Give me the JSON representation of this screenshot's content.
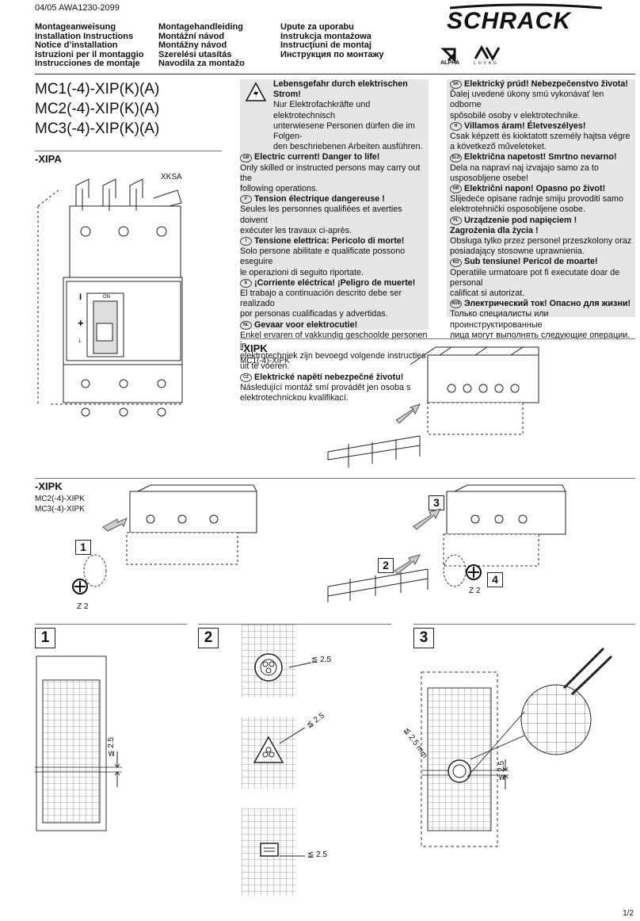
{
  "header": {
    "doc_code": "04/05 AWA1230-2099",
    "brand": "SCHRACK",
    "cert_logos": [
      "ALPHA",
      "LOVAG"
    ],
    "titles_col1": [
      "Montageanweisung",
      "Installation Instructions",
      "Notice d’installation",
      "Istruzioni per il montaggio",
      "Instrucciones de montaje"
    ],
    "titles_col2": [
      "Montagehandleiding",
      "Montážní návod",
      "Montážny návod",
      "Szerelési utasítás",
      "Navodila za montažo"
    ],
    "titles_col3": [
      "Upute za uporabu",
      "Instrukcja montażowa",
      "Instrucţiuni de montaj",
      "Инструкция по монтажу"
    ]
  },
  "models": [
    "MC1(-4)-XIP(K)(A)",
    "MC2(-4)-XIP(K)(A)",
    "MC3(-4)-XIP(K)(A)"
  ],
  "warnings_left": [
    {
      "tag": "D",
      "head": "Lebensgefahr durch elektrischen Strom!",
      "lines": [
        "Nur Elektrofachkräfte und elektrotechnisch",
        "unterwiesene Personen dürfen die im Folgen-",
        "den beschriebenen Arbeiten ausführen."
      ]
    },
    {
      "tag": "GB",
      "head": "Electric current! Danger to life!",
      "lines": [
        "Only skilled or instructed persons may carry out the",
        "following operations."
      ]
    },
    {
      "tag": "F",
      "head": "Tension électrique dangereuse !",
      "lines": [
        "Seules les personnes qualifiées et averties doivent",
        "exécuter les travaux ci-après."
      ]
    },
    {
      "tag": "I",
      "head": "Tensione elettrica: Pericolo di morte!",
      "lines": [
        "Solo persone abilitate e qualificate possono eseguire",
        "le operazioni di seguito riportate."
      ]
    },
    {
      "tag": "E",
      "head": "¡Corriente eléctrica! ¡Peligro de muerte!",
      "lines": [
        "El trabajo a continuación descrito debe ser realizado",
        "por personas cualificadas y advertidas."
      ]
    },
    {
      "tag": "NL",
      "head": "Gevaar voor elektrocutie!",
      "lines": [
        "Enkel ervaren of vakkundig geschoolde personen in",
        "elektrotechniek zijn bevoegd volgende instructies",
        "uit te voeren."
      ]
    },
    {
      "tag": "CZ",
      "head": "Elektrické napětí nebezpečné životu!",
      "lines": [
        "Následující montáž smí provádět jen osoba s",
        "elektrotechnickou kvalifikací."
      ]
    }
  ],
  "warnings_right": [
    {
      "tag": "SK",
      "head": "Elektrický prúd! Nebezpečenstvo života!",
      "lines": [
        "Ďalej uvedené úkony smú vykonávať len odborne",
        "spôsobilé osoby v elektrotechnike."
      ]
    },
    {
      "tag": "H",
      "head": "Villamos áram! Életveszélyes!",
      "lines": [
        "Csak képzett és kioktatott személy hajtsa végre",
        "a következő műveleteket."
      ]
    },
    {
      "tag": "SLO",
      "head": "Električna napetost! Smrtno nevarno!",
      "lines": [
        "Dela na napravi naj izvajajo samo za to",
        "usposobljene osebe!"
      ]
    },
    {
      "tag": "HR",
      "head": "Električni napon! Opasno po život!",
      "lines": [
        "Slijedeće opisane radnje smiju provoditi samo",
        "elektrotehnički osposobljene osobe."
      ]
    },
    {
      "tag": "PL",
      "head": "Urządzenie pod napięciem !",
      "head2": "Zagrożenia dla życia !",
      "lines": [
        "Obsługa tylko przez personel przeszkolony oraz",
        "posiadający stosowne uprawnienia."
      ]
    },
    {
      "tag": "RO",
      "head": "Sub tensiune! Pericol de moarte!",
      "lines": [
        "Operatiile urmatoare pot fi executate doar de personal",
        "calificat si autorizat."
      ]
    },
    {
      "tag": "RUS",
      "head": "Электрический ток! Опасно для жизни!",
      "lines": [
        "Только специалисты или проинструктированные",
        "лица могут выполнять следующие операции."
      ]
    }
  ],
  "sections": {
    "xipa": {
      "title": "-XIPA",
      "label": "XKSA"
    },
    "xipk1": {
      "title": "-XIPK",
      "sub": "MC1(-4)-XIPK"
    },
    "xipk2": {
      "title": "-XIPK",
      "sub1": "MC2(-4)-XIPK",
      "sub2": "MC3(-4)-XIPK"
    }
  },
  "steps": {
    "s1": "1",
    "s2": "2",
    "s3": "3",
    "s4": "4",
    "z2_left": "Z 2",
    "z2_right": "Z 2"
  },
  "panels": {
    "p1": "1",
    "p2": "2",
    "p3": "3",
    "dim1": "≦ 2.5",
    "dim2": "≦ 2.5",
    "dim3": "≦ 2.5",
    "dim4": "≦ 2.5",
    "dim5": "≦ 2.5 mm",
    "dim6": "≦ 2.5",
    "switch_on": "ON"
  },
  "footer": {
    "page": "1/2"
  }
}
